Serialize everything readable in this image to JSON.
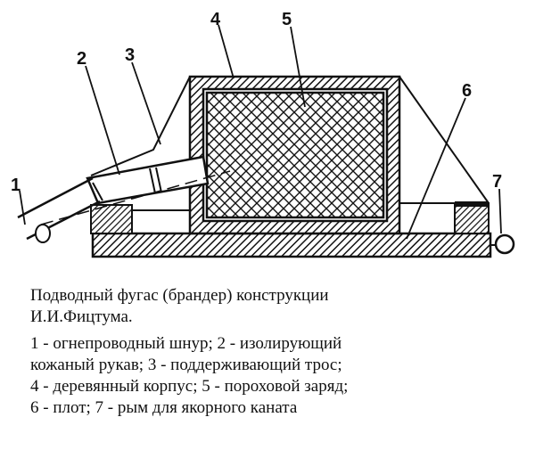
{
  "diagram": {
    "labels": {
      "l1": "1",
      "l2": "2",
      "l3": "3",
      "l4": "4",
      "l5": "5",
      "l6": "6",
      "l7": "7"
    }
  },
  "caption": {
    "title_line1": "Подводный фугас (брандер) конструкции",
    "title_line2": "И.И.Фицтума.",
    "legend_line1": "1 - огнепроводный шнур; 2 - изолирующий",
    "legend_line2": "кожаный рукав; 3 - поддерживающий трос;",
    "legend_line3": "4 - деревянный корпус; 5 - пороховой заряд;",
    "legend_line4": "6 - плот; 7 - рым для якорного каната"
  }
}
